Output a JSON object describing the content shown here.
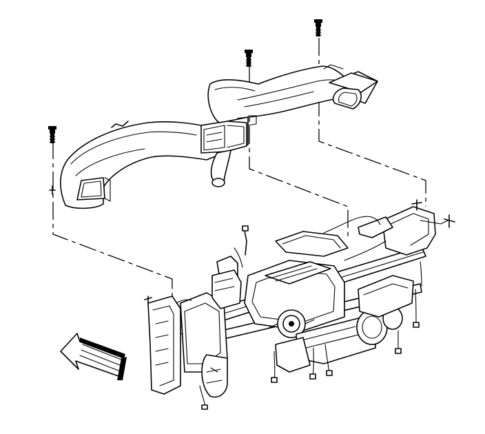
{
  "diagram": {
    "description_visible_text": "",
    "components": [
      "air-duct-upper",
      "fastener-bolt",
      "instrument-panel-carrier",
      "front-direction-arrow"
    ],
    "fastener_count": 3
  }
}
